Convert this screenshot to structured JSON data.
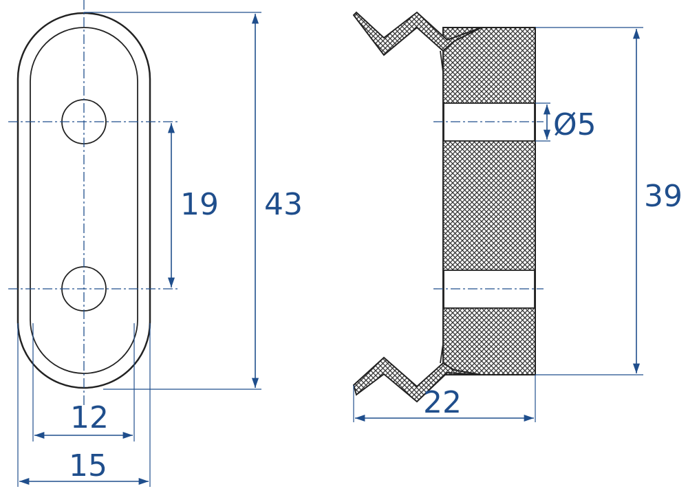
{
  "dimensions": {
    "overall_length": "43",
    "hole_spacing": "19",
    "inner_width": "12",
    "outer_width": "15",
    "hole_diameter": "Ø5",
    "side_height": "39",
    "side_width": "22"
  },
  "colors": {
    "dimension": "#1f4e8c",
    "outline": "#222222",
    "hatch": "#333333"
  }
}
